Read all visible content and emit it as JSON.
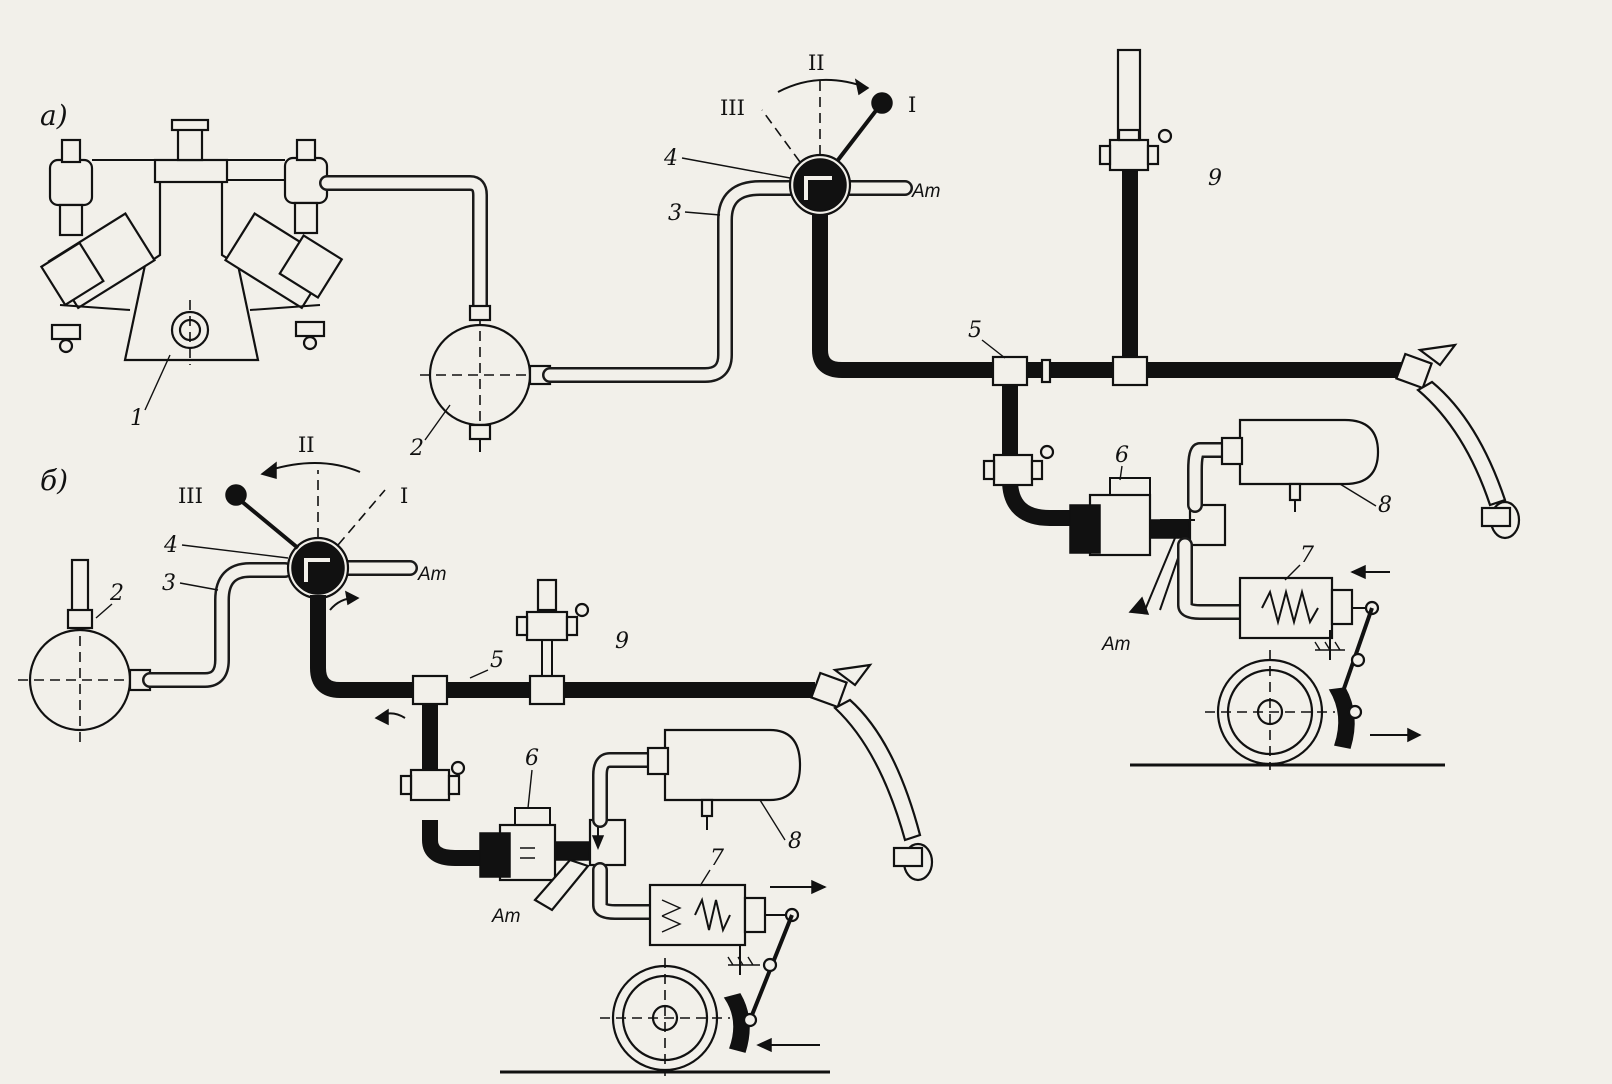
{
  "sections": {
    "a": "а)",
    "b": "б)"
  },
  "roman": {
    "I": "I",
    "II": "II",
    "III": "III"
  },
  "atmosphere": "Ат",
  "numbers": {
    "n1": "1",
    "n2": "2",
    "n3": "3",
    "n4": "4",
    "n5": "5",
    "n6": "6",
    "n7": "7",
    "n8": "8",
    "n9": "9"
  },
  "colors": {
    "ink": "#111111",
    "paper": "#f2f0ea"
  }
}
